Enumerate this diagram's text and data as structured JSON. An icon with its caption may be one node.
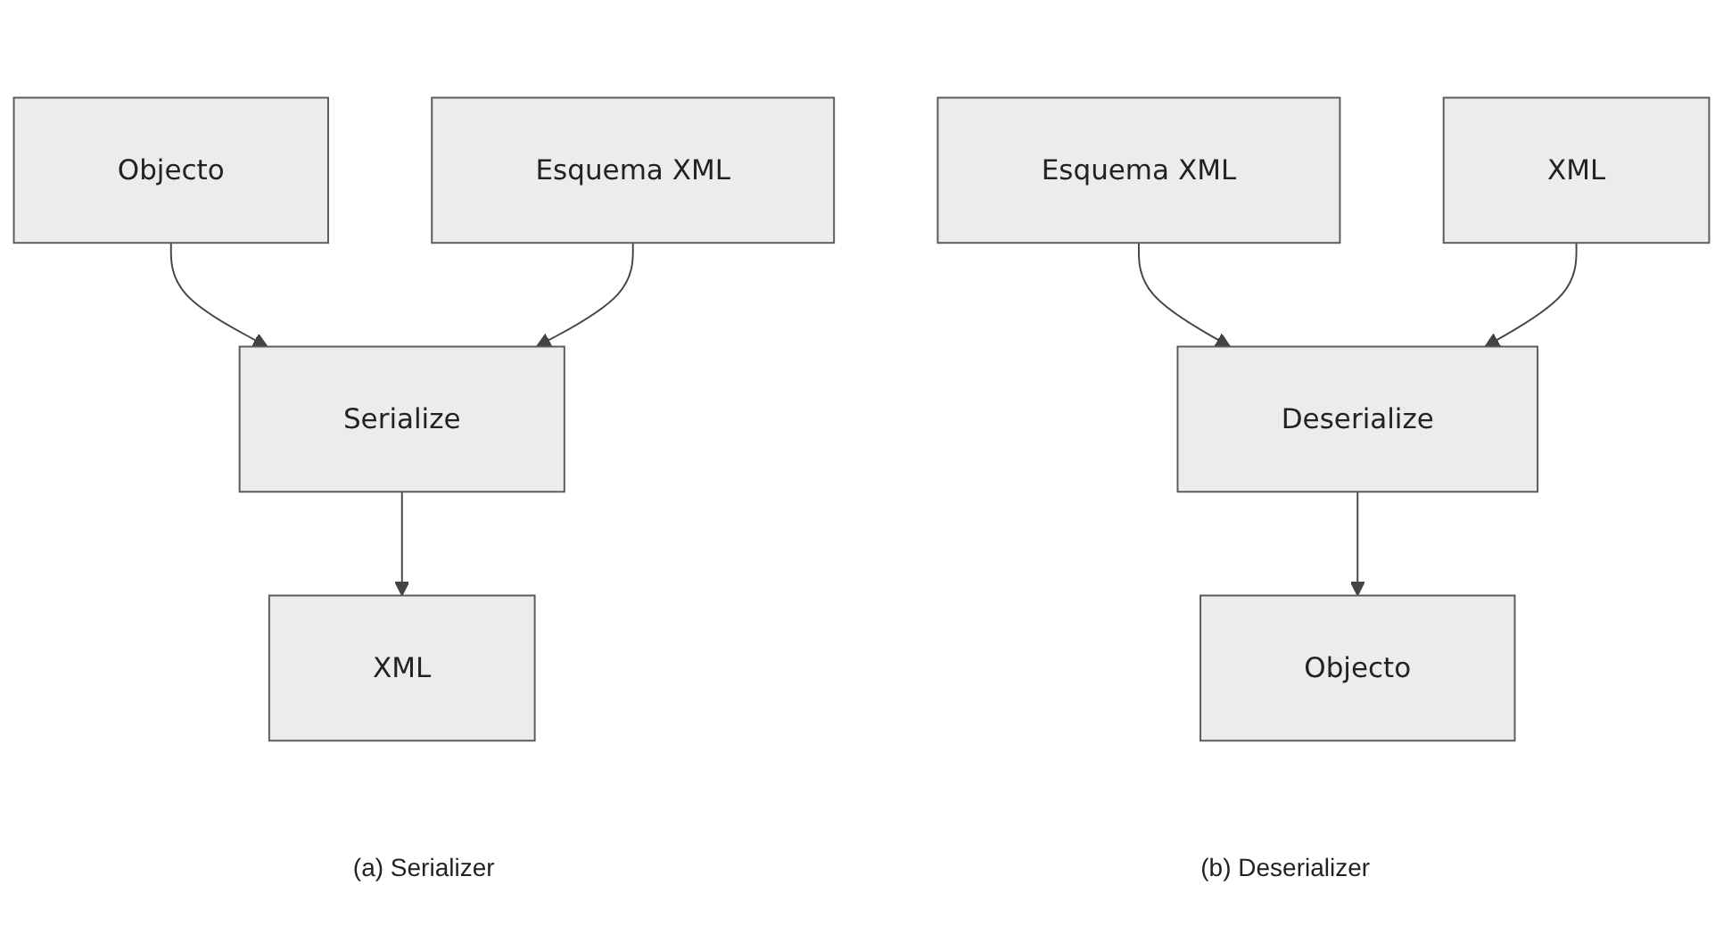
{
  "diagram": {
    "nodes": [
      {
        "text": [
          "Objecto"
        ]
      },
      {
        "text": [
          "Esquema XML"
        ]
      },
      {
        "text": [
          "Serialize"
        ]
      },
      {
        "text": [
          "XML"
        ]
      },
      {
        "text": [
          "Objecto"
        ]
      },
      {
        "text": [
          "Esquema XML"
        ]
      },
      {
        "text": [
          "Deserialize"
        ]
      },
      {
        "text": [
          "XML"
        ]
      }
    ],
    "edges": [
      {
        "from": 0,
        "to": 2,
        "arrow": "to"
      },
      {
        "from": 1,
        "to": 2,
        "arrow": "to"
      },
      {
        "from": 2,
        "to": 3,
        "arrow": "to"
      },
      {
        "from": 5,
        "to": 6,
        "arrow": "to"
      },
      {
        "from": 6,
        "to": 4,
        "arrow": "to"
      },
      {
        "from": 7,
        "to": 6,
        "arrow": "to"
      }
    ],
    "labels": [
      "(a) Serializer",
      "(b) Deserializer"
    ]
  }
}
